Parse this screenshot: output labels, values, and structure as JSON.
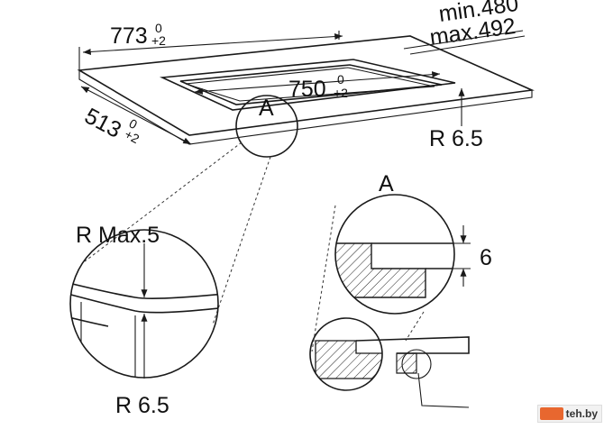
{
  "labels": {
    "width_overall": "773",
    "width_overall_tol_top": "0",
    "width_overall_tol_bottom": "+2",
    "depth_range_min": "min.480",
    "depth_range_max": "max.492",
    "width_inner": "750",
    "width_inner_tol_top": "0",
    "width_inner_tol_bottom": "+2",
    "depth_overall": "513",
    "depth_overall_tol_top": "0",
    "depth_overall_tol_bottom": "+2",
    "detail_marker_top": "A",
    "radius_corner": "R 6.5",
    "radius_max": "R Max.5",
    "radius_detail": "R 6.5",
    "detail_marker_section": "A",
    "rebate_depth": "6"
  },
  "watermark": {
    "text": "teh.by",
    "color": "#e8672f"
  }
}
